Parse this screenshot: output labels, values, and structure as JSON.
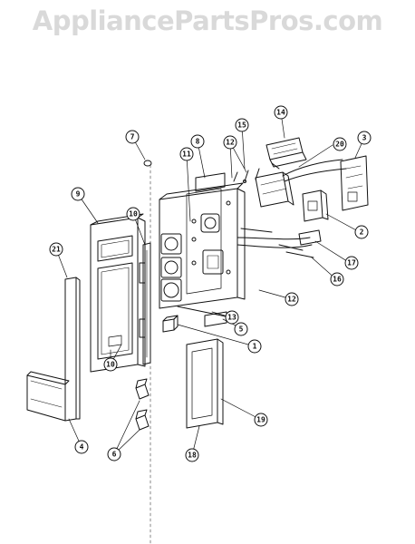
{
  "watermark": "AppliancePartsPros.com",
  "callouts": [
    {
      "id": "c7",
      "label": "7"
    },
    {
      "id": "c8",
      "label": "8"
    },
    {
      "id": "c12a",
      "label": "12"
    },
    {
      "id": "c15",
      "label": "15"
    },
    {
      "id": "c14",
      "label": "14"
    },
    {
      "id": "c20",
      "label": "20"
    },
    {
      "id": "c3",
      "label": "3"
    },
    {
      "id": "c11",
      "label": "11"
    },
    {
      "id": "c9",
      "label": "9"
    },
    {
      "id": "c10a",
      "label": "10"
    },
    {
      "id": "c2",
      "label": "2"
    },
    {
      "id": "c21",
      "label": "21"
    },
    {
      "id": "c17",
      "label": "17"
    },
    {
      "id": "c16",
      "label": "16"
    },
    {
      "id": "c12b",
      "label": "12"
    },
    {
      "id": "c13",
      "label": "13"
    },
    {
      "id": "c5",
      "label": "5"
    },
    {
      "id": "c1",
      "label": "1"
    },
    {
      "id": "c10b",
      "label": "10"
    },
    {
      "id": "c19",
      "label": "19"
    },
    {
      "id": "c4",
      "label": "4"
    },
    {
      "id": "c6",
      "label": "6"
    },
    {
      "id": "c18",
      "label": "18"
    }
  ]
}
